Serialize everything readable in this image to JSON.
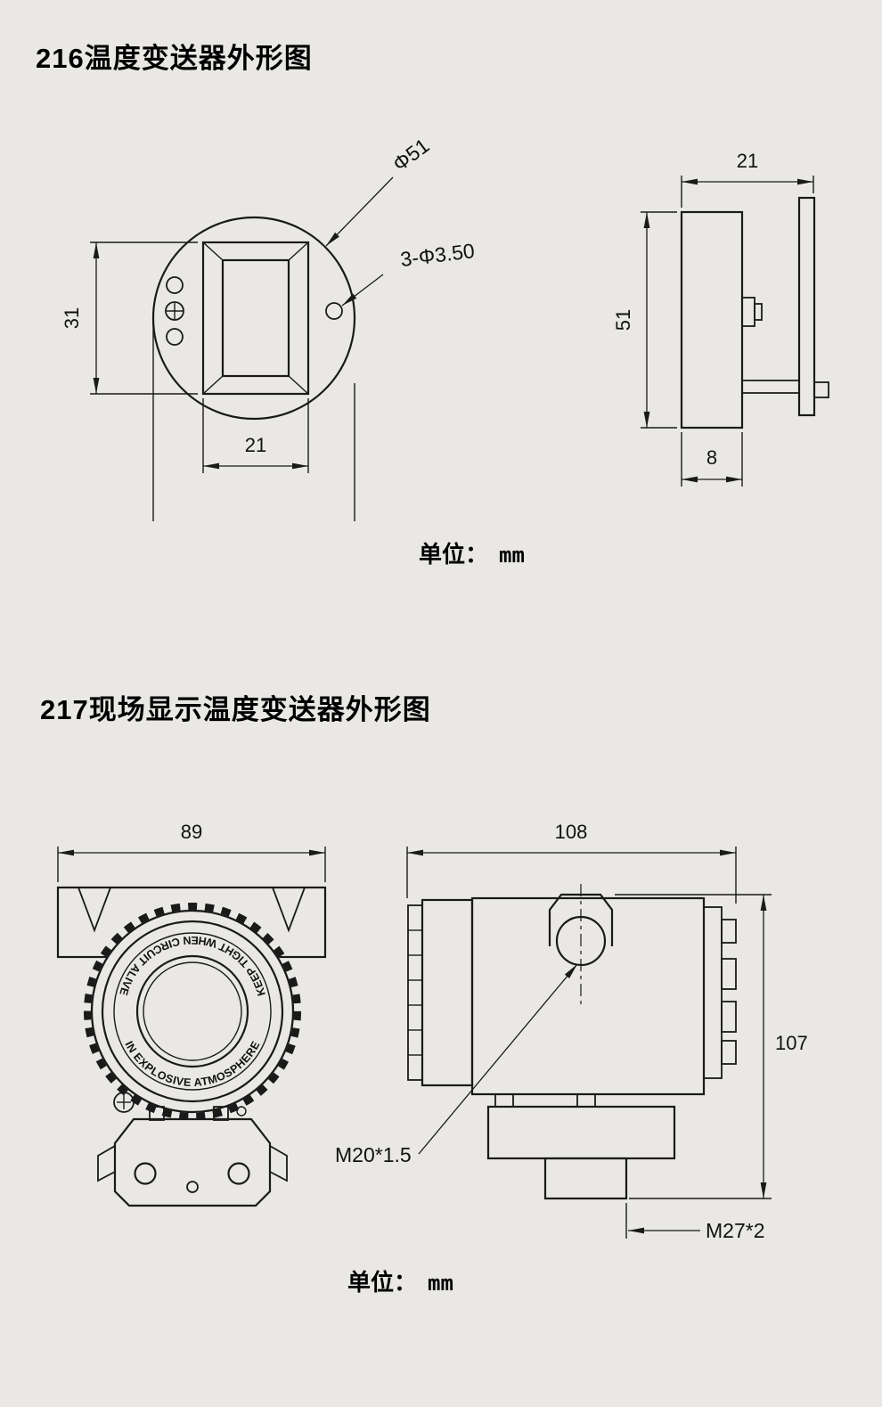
{
  "page": {
    "background": "#e9e8e5",
    "line_color": "#1a1a1a"
  },
  "s216": {
    "title": "216温度变送器外形图",
    "unit_label": "单位：",
    "unit_value": "mm",
    "front": {
      "dia_label": "Φ51",
      "holes_label": "3-Φ3.50",
      "height": "31",
      "width": "21"
    },
    "side": {
      "depth": "21",
      "height": "51",
      "body_depth": "8"
    }
  },
  "s217": {
    "title": "217现场显示温度变送器外形图",
    "unit_label": "单位：",
    "unit_value": "mm",
    "front": {
      "width": "89",
      "ring_text_top": "KEEP TIGHT WHEN CIRCUIT ALIVE",
      "ring_text_bottom": "IN EXPLOSIVE ATMOSPHERE"
    },
    "side": {
      "width": "108",
      "height": "107",
      "thread_top": "M20*1.5",
      "thread_bottom": "M27*2"
    }
  }
}
